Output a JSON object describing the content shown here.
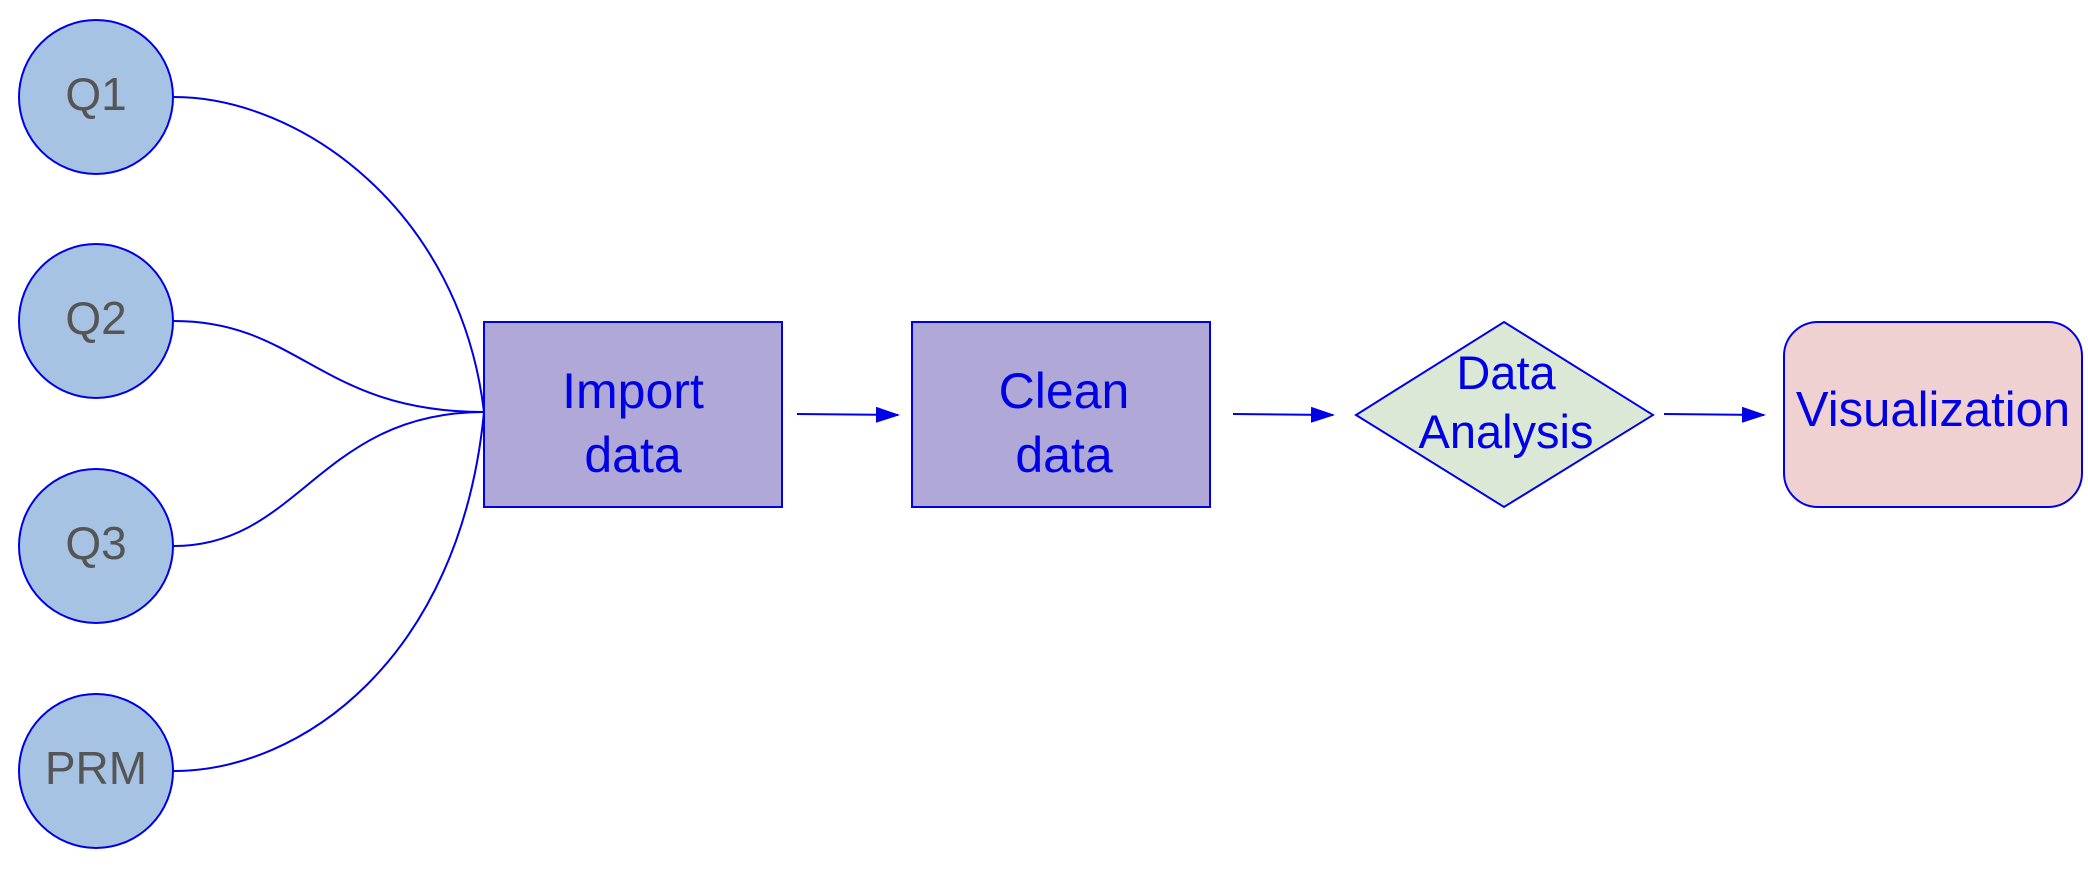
{
  "sources": [
    {
      "id": "q1",
      "label": "Q1"
    },
    {
      "id": "q2",
      "label": "Q2"
    },
    {
      "id": "q3",
      "label": "Q3"
    },
    {
      "id": "prm",
      "label": "PRM"
    }
  ],
  "steps": {
    "import": {
      "lines": [
        "Import",
        "data"
      ]
    },
    "clean": {
      "lines": [
        "Clean",
        "data"
      ]
    },
    "analysis": {
      "lines": [
        "Data",
        "Analysis"
      ]
    },
    "visualization": {
      "lines": [
        "Visualization"
      ]
    }
  },
  "colors": {
    "stroke": "#0000e6",
    "source_fill": "#a7c3e3",
    "source_text": "#555555",
    "process_fill": "#b0a8d6",
    "decision_fill": "#dbe8d6",
    "terminal_fill": "#f0d1d1",
    "step_text": "#0000e6",
    "background": "#ffffff"
  }
}
